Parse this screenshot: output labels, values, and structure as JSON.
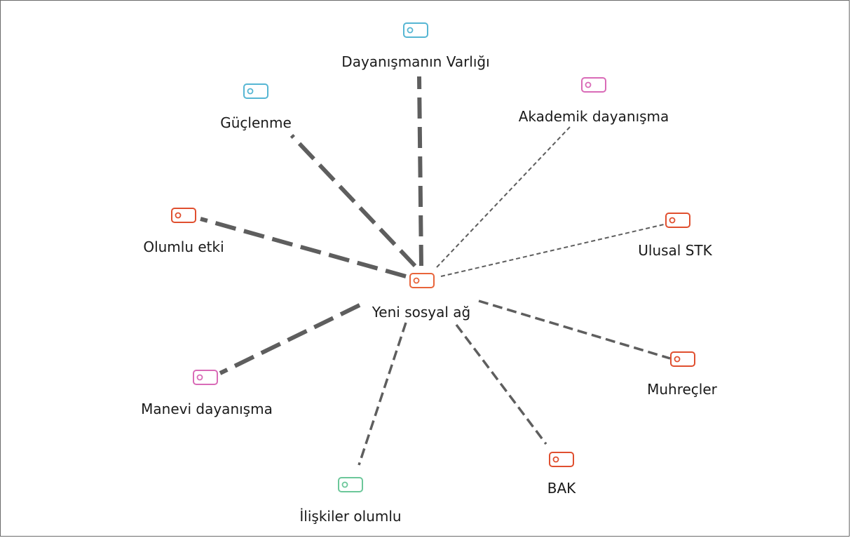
{
  "diagram": {
    "center": {
      "label": "Yeni sosyal ağ",
      "color": "#e8643a"
    },
    "nodes": [
      {
        "label": "Dayanışmanın Varlığı",
        "color": "#56b6d3"
      },
      {
        "label": "Akademik dayanışma",
        "color": "#d96bb7"
      },
      {
        "label": "Güçlenme",
        "color": "#56b6d3"
      },
      {
        "label": "Ulusal STK",
        "color": "#e04f2f"
      },
      {
        "label": "Olumlu etki",
        "color": "#e04f2f"
      },
      {
        "label": "Muhreçler",
        "color": "#e04f2f"
      },
      {
        "label": "Manevi dayanışma",
        "color": "#d96bb7"
      },
      {
        "label": "BAK",
        "color": "#e04f2f"
      },
      {
        "label": "İlişkiler olumlu",
        "color": "#6cc79a"
      }
    ],
    "edges": [
      {
        "to": "Dayanışmanın Varlığı",
        "weight": "strong"
      },
      {
        "to": "Akademik dayanışma",
        "weight": "weak"
      },
      {
        "to": "Güçlenme",
        "weight": "strong"
      },
      {
        "to": "Ulusal STK",
        "weight": "weak"
      },
      {
        "to": "Olumlu etki",
        "weight": "strong"
      },
      {
        "to": "Muhreçler",
        "weight": "medium"
      },
      {
        "to": "Manevi dayanışma",
        "weight": "strong"
      },
      {
        "to": "BAK",
        "weight": "medium"
      },
      {
        "to": "İlişkiler olumlu",
        "weight": "medium"
      }
    ],
    "icon_name": "code-tag-icon"
  }
}
